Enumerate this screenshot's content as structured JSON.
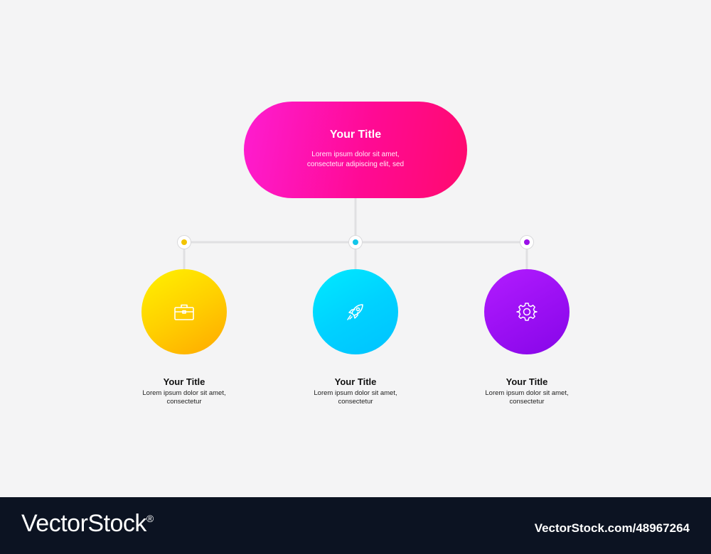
{
  "main_node": {
    "title": "Your Title",
    "description": "Lorem ipsum dolor sit amet, consectetur adipiscing elit, sed"
  },
  "steps": [
    {
      "title": "Your Title",
      "description": "Lorem ipsum dolor sit amet, consectetur",
      "icon": "briefcase-icon",
      "color": "#ffd400",
      "dot_color": "#f2c400"
    },
    {
      "title": "Your Title",
      "description": "Lorem ipsum dolor sit amet, consectetur",
      "icon": "rocket-icon",
      "color": "#00d4ff",
      "dot_color": "#12c6ea"
    },
    {
      "title": "Your Title",
      "description": "Lorem ipsum dolor sit amet, consectetur",
      "icon": "gear-icon",
      "color": "#9a0ff2",
      "dot_color": "#9a10e8"
    }
  ],
  "colors": {
    "main_gradient": [
      "#fe1dd1",
      "#ff0a6e"
    ],
    "connector": "#e0e0e2",
    "background": "#f4f4f5",
    "footer": "#0c1322"
  },
  "footer": {
    "brand": "VectorStock",
    "trademark": "®",
    "url": "VectorStock.com/48967264"
  }
}
